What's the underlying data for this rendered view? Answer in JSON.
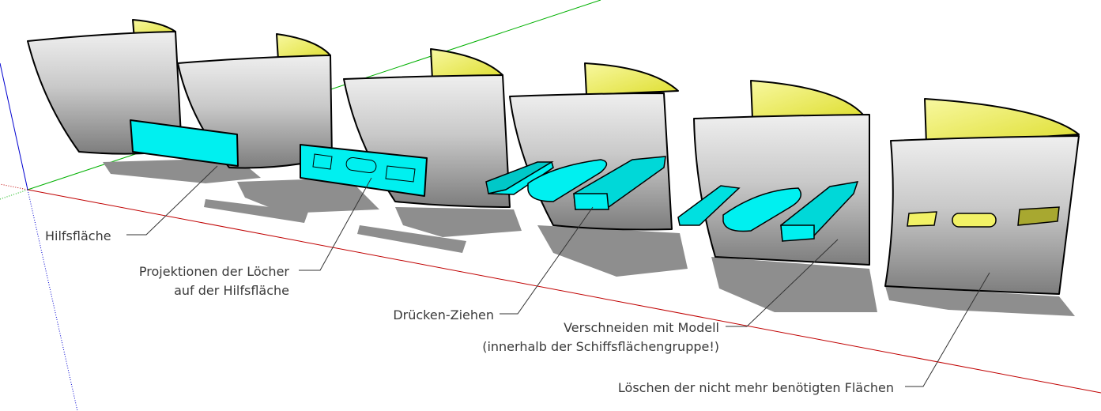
{
  "labels": {
    "hilfsflaeche": "Hilfsfläche",
    "projektionen_1": "Projektionen der Löcher",
    "projektionen_2": "auf der Hilfsfläche",
    "druecken_ziehen": "Drücken-Ziehen",
    "verschneiden_1": "Verschneiden mit Modell",
    "verschneiden_2": "(innerhalb der Schiffsflächengruppe!)",
    "loeschen": "Löschen der nicht mehr benötigten Flächen"
  },
  "colors": {
    "hull_light": "#e8e8e8",
    "hull_dark": "#7a7a7a",
    "inner_yellow": "#f2f266",
    "helper_cyan": "#00f0f0",
    "axis_red": "#c00000",
    "axis_green": "#00b000",
    "axis_blue": "#0000d0"
  }
}
